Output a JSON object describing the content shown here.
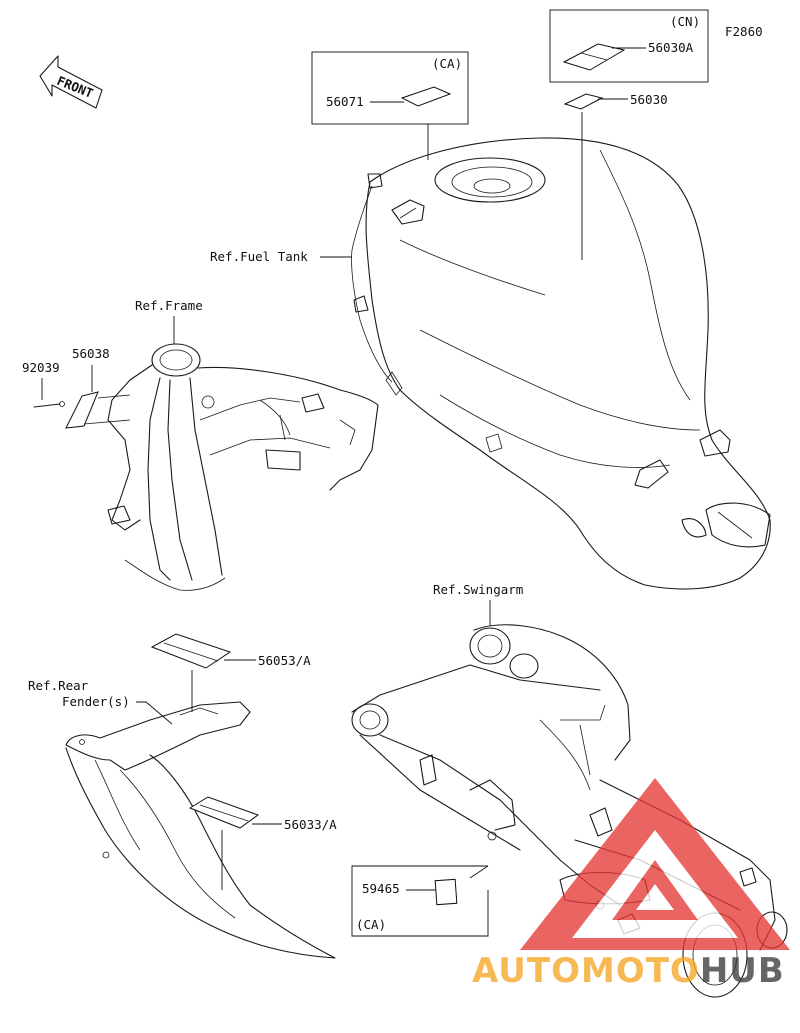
{
  "figure_code": "F2860",
  "front_indicator": {
    "text": "FRONT",
    "icon": "front-arrow-icon"
  },
  "boxes": {
    "ca_top": {
      "label": "(CA)",
      "part": "56071"
    },
    "cn": {
      "label": "(CN)",
      "part": "56030A"
    },
    "ca_bottom": {
      "label": "(CA)",
      "part": "59465"
    }
  },
  "parts": {
    "p56030": "56030",
    "p92039": "92039",
    "p56038": "56038",
    "p56053": "56053/A",
    "p56033": "56033/A"
  },
  "references": {
    "fuel_tank": "Ref.Fuel Tank",
    "frame": "Ref.Frame",
    "swingarm": "Ref.Swingarm",
    "rear_fender_line1": "Ref.Rear",
    "rear_fender_line2": "Fender(s)"
  },
  "watermark": {
    "text_auto": "AUTO",
    "text_moto": "MOTO",
    "text_hub": "HUB",
    "colors": {
      "triangle": "#e53935",
      "orange": "#f6a623",
      "dark": "#3c3c3c"
    }
  }
}
